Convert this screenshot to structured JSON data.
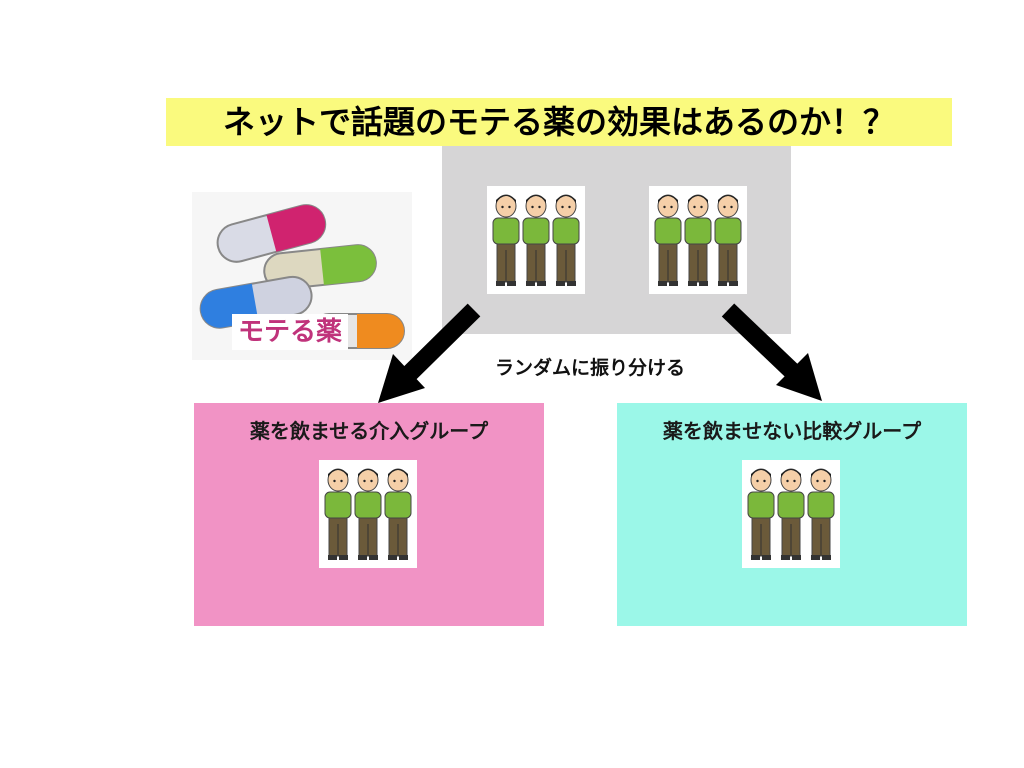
{
  "title": "ネットで話題のモテる薬の効果はあるのか！？",
  "pill": {
    "label": "モテる薬",
    "icon": "pills-icon"
  },
  "assignment": {
    "label": "ランダムに振り分ける"
  },
  "groups": {
    "intervention": {
      "title": "薬を飲ませる介入グループ",
      "color": "#f193c5"
    },
    "control": {
      "title": "薬を飲ませない比較グループ",
      "color": "#9bf7e8"
    }
  },
  "colors": {
    "title_highlight": "#fafa7e",
    "pool_background": "#d6d5d6",
    "arrow": "#000000",
    "shirt": "#7bb83b",
    "pants": "#6b5a3a"
  }
}
